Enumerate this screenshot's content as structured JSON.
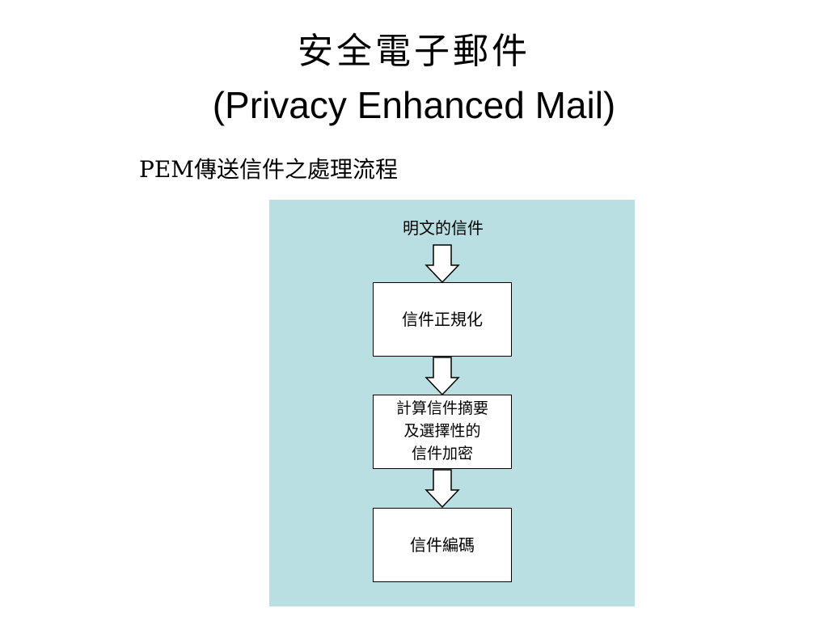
{
  "title": {
    "line1": "安全電子郵件",
    "line2": "(Privacy Enhanced Mail)"
  },
  "subtitle": "PEM傳送信件之處理流程",
  "colors": {
    "panel_background": "#b9dfe2",
    "box_background": "#ffffff",
    "stroke": "#000000"
  },
  "flowchart": {
    "start_label": "明文的信件",
    "steps": [
      {
        "lines": [
          "信件正規化"
        ]
      },
      {
        "lines": [
          "計算信件摘要",
          "及選擇性的",
          "信件加密"
        ]
      },
      {
        "lines": [
          "信件編碼"
        ]
      }
    ]
  }
}
